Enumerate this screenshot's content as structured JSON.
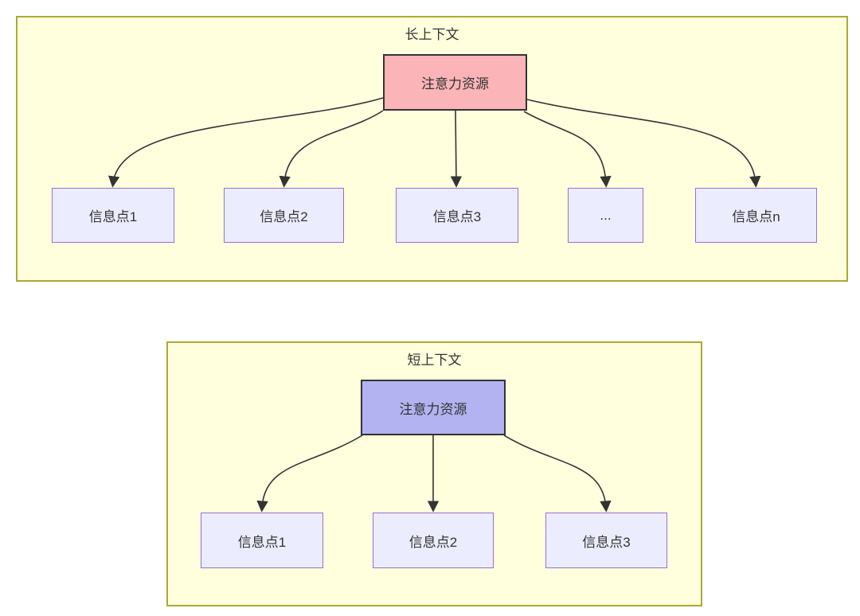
{
  "diagram": {
    "clusters": [
      {
        "id": "long-context",
        "title": "长上下文",
        "root": {
          "label": "注意力资源"
        },
        "children": [
          {
            "label": "信息点1"
          },
          {
            "label": "信息点2"
          },
          {
            "label": "信息点3"
          },
          {
            "label": "..."
          },
          {
            "label": "信息点n"
          }
        ]
      },
      {
        "id": "short-context",
        "title": "短上下文",
        "root": {
          "label": "注意力资源"
        },
        "children": [
          {
            "label": "信息点1"
          },
          {
            "label": "信息点2"
          },
          {
            "label": "信息点3"
          }
        ]
      }
    ],
    "colors": {
      "cluster_fill": "#ffffde",
      "cluster_border": "#aaaa33",
      "long_root_fill": "#fbb4b8",
      "short_root_fill": "#b3b3f1",
      "root_border": "#333333",
      "child_fill": "#ececff",
      "child_border": "#9370db",
      "arrow": "#333333",
      "text": "#333333"
    }
  }
}
